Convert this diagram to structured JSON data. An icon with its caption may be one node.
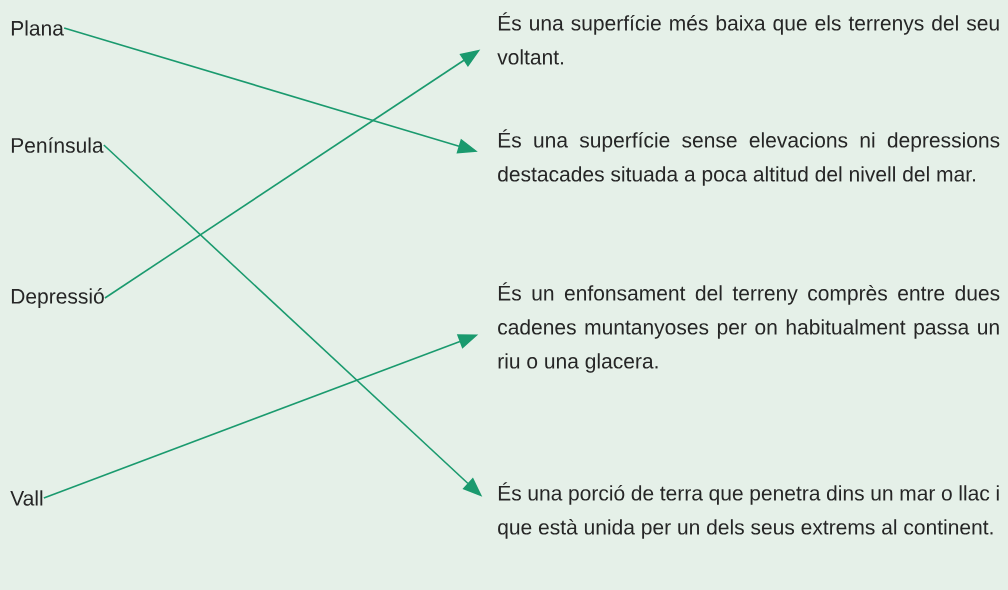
{
  "diagram": {
    "nodes": [
      {
        "text": [
          "Plana"
        ]
      },
      {
        "text": [
          "Península"
        ]
      },
      {
        "text": [
          "Depressió"
        ]
      },
      {
        "text": [
          "Vall"
        ]
      },
      {
        "text": [
          "És una superfície més baixa que els terrenys del seu voltant."
        ]
      },
      {
        "text": [
          "És una superfície sense elevacions ni depressions destacades situada a poca altitud del nivell del mar."
        ]
      },
      {
        "text": [
          "És un enfonsament del terreny comprès entre dues cadenes muntanyoses per on habitualment passa un riu o una glacera."
        ]
      },
      {
        "text": [
          "És una porció de terra que penetra dins un mar o llac i que està unida per un dels seus extrems al continent."
        ]
      }
    ],
    "edges": [
      {
        "from": 0,
        "to": 5,
        "arrow": "to"
      },
      {
        "from": 1,
        "to": 7,
        "arrow": "to"
      },
      {
        "from": 2,
        "to": 4,
        "arrow": "to"
      },
      {
        "from": 3,
        "to": 6,
        "arrow": "to"
      }
    ]
  }
}
